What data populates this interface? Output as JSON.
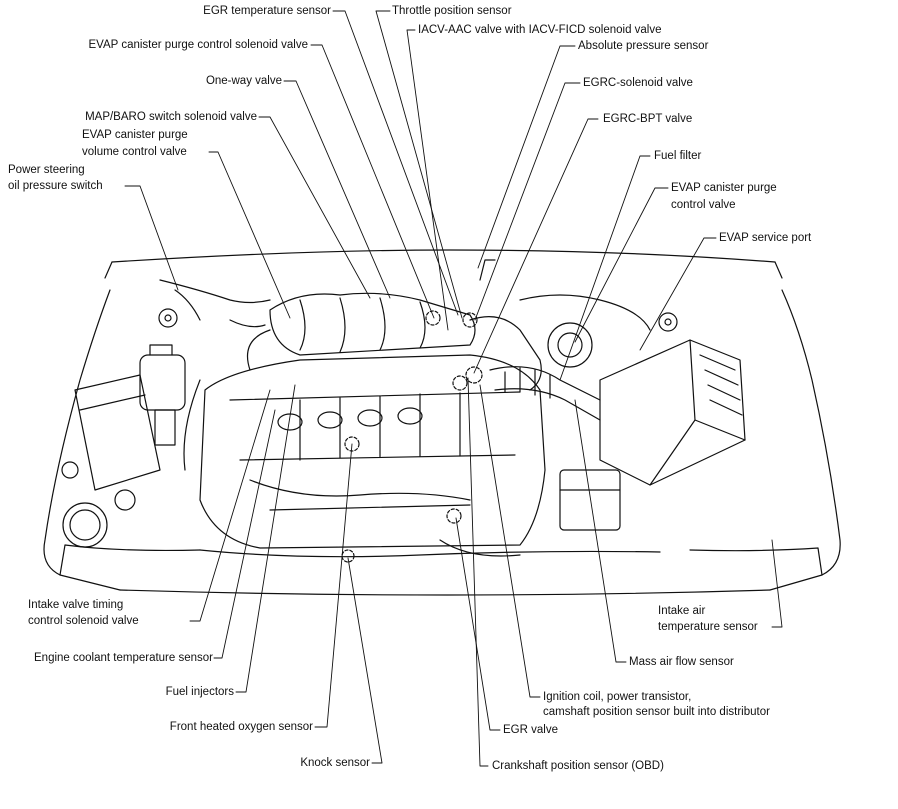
{
  "labels": {
    "egr_temp_sensor": "EGR temperature sensor",
    "throttle_position_sensor": "Throttle position sensor",
    "iacv_aac_valve": "IACV-AAC valve with IACV-FICD solenoid valve",
    "evap_purge_control_solenoid_top": "EVAP canister purge control solenoid valve",
    "absolute_pressure_sensor": "Absolute pressure sensor",
    "one_way_valve": "One-way valve",
    "egrc_solenoid_valve": "EGRC-solenoid valve",
    "map_baro_switch": "MAP/BARO switch solenoid valve",
    "evap_purge_volume_line1": "EVAP canister purge",
    "evap_purge_volume_line2": "volume control valve",
    "egrc_bpt_valve": "EGRC-BPT valve",
    "power_steering_line1": "Power steering",
    "power_steering_line2": "oil pressure switch",
    "fuel_filter": "Fuel filter",
    "evap_purge_control_right_line1": "EVAP canister purge",
    "evap_purge_control_right_line2": "control valve",
    "evap_service_port": "EVAP service port",
    "intake_valve_timing_line1": "Intake valve timing",
    "intake_valve_timing_line2": "control solenoid valve",
    "intake_air_temp_line1": "Intake air",
    "intake_air_temp_line2": "temperature sensor",
    "engine_coolant_temp": "Engine coolant temperature sensor",
    "mass_air_flow": "Mass air flow sensor",
    "fuel_injectors": "Fuel injectors",
    "ignition_coil_line1": "Ignition coil, power transistor,",
    "ignition_coil_line2": "camshaft position sensor built into distributor",
    "front_heated_o2": "Front heated oxygen sensor",
    "egr_valve": "EGR valve",
    "knock_sensor": "Knock sensor",
    "crankshaft_sensor": "Crankshaft position sensor (OBD)"
  }
}
